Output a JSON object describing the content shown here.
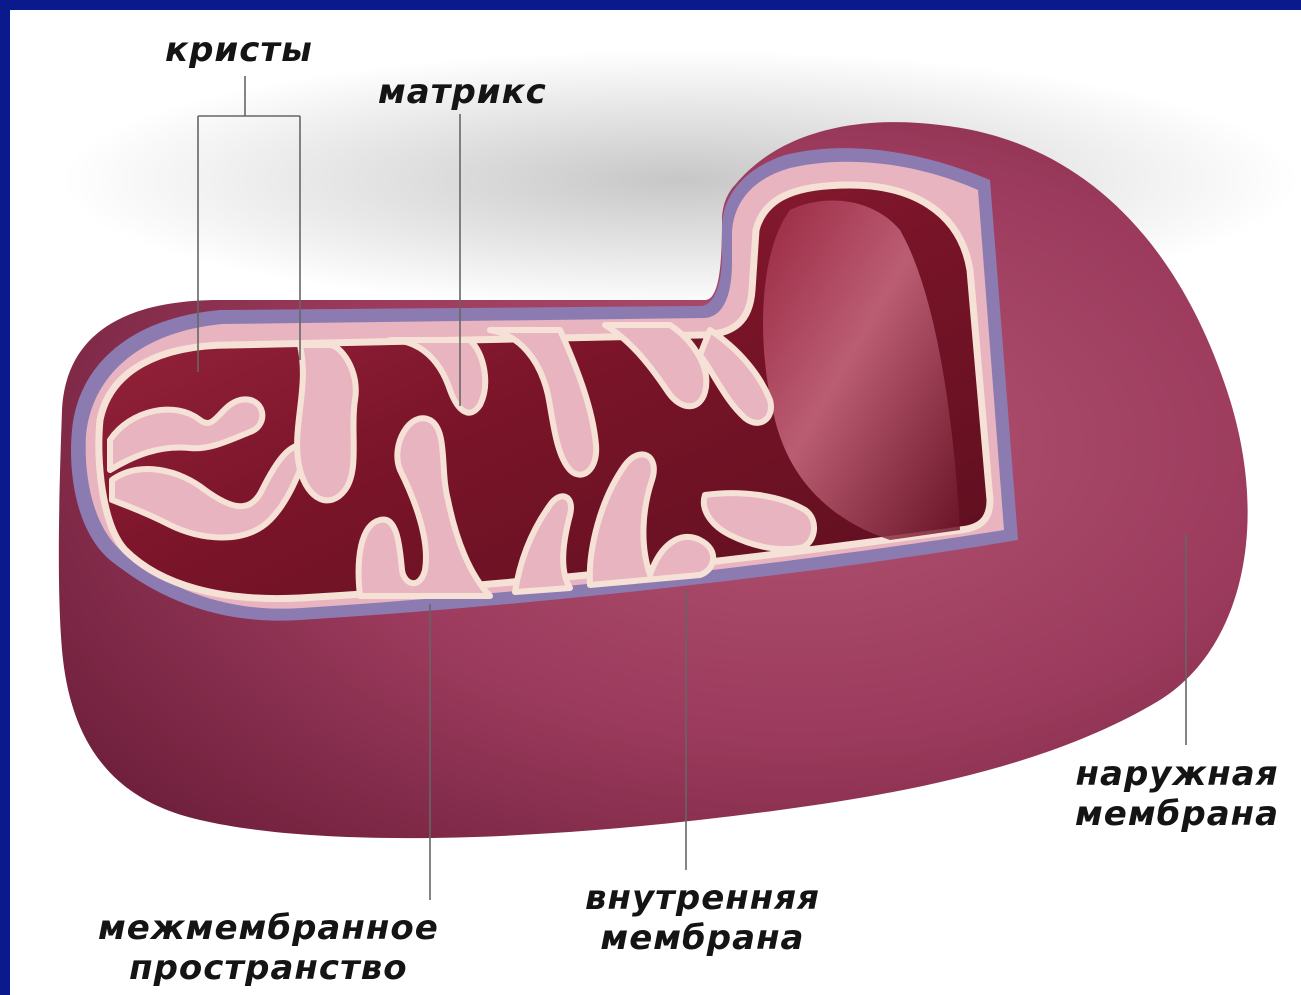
{
  "labels": {
    "cristae": "кристы",
    "matrix": "матрикс",
    "outer_membrane": [
      "наружная",
      "мембрана"
    ],
    "inner_membrane": [
      "внутренняя",
      "мембрана"
    ],
    "intermembrane_space": [
      "межмембранное",
      "пространство"
    ]
  },
  "colors": {
    "frame": "#0a1a8c",
    "background": "#ffffff",
    "outer_membrane": "#9b3a5c",
    "outer_membrane_dark": "#6e1f3b",
    "membrane_band": "#8c7bb0",
    "intermembrane_space": "#e8b4c0",
    "inner_membrane": "#f6e1d6",
    "matrix": "#8a1f34",
    "matrix_dark": "#5c0f1f",
    "leader_line": "#666666"
  }
}
